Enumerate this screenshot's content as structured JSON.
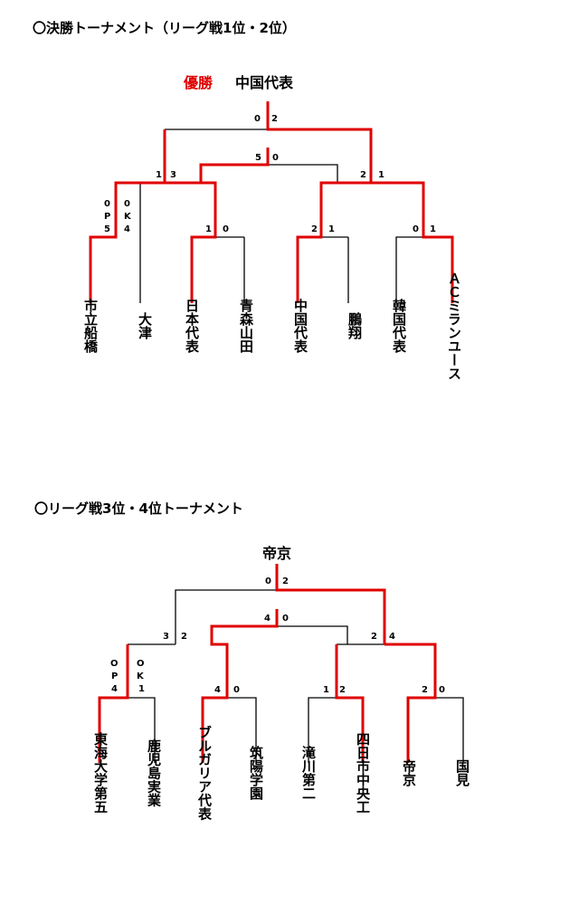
{
  "final": {
    "title": "〇決勝トーナメント（リーグ戦1位・2位）",
    "champion_label": "優勝",
    "champion": "中国代表",
    "teams": [
      "市立船橋",
      "大津",
      "日本代表",
      "青森山田",
      "中国代表",
      "鵬翔",
      "韓国代表",
      "ＡＣミランユース"
    ],
    "scores": {
      "final": [
        "0",
        "2"
      ],
      "sf1": [
        "1",
        "3"
      ],
      "sf2": [
        "2",
        "1"
      ],
      "third": [
        "5",
        "0"
      ],
      "qf1_left": [
        "0",
        "P",
        "5"
      ],
      "qf1_right": [
        "0",
        "K",
        "4"
      ],
      "qf2": [
        "1",
        "0"
      ],
      "qf3": [
        "2",
        "1"
      ],
      "qf4": [
        "0",
        "1"
      ]
    }
  },
  "lower": {
    "title": "〇リーグ戦3位・4位トーナメント",
    "champion": "帝京",
    "teams": [
      "東海大学第五",
      "鹿児島実業",
      "ブルガリア代表",
      "筑陽学園",
      "滝川第二",
      "四日市中央工",
      "帝京",
      "国見"
    ],
    "scores": {
      "final": [
        "0",
        "2"
      ],
      "sf1": [
        "3",
        "2"
      ],
      "sf2": [
        "2",
        "4"
      ],
      "third": [
        "4",
        "0"
      ],
      "qf1_left": [
        "O",
        "P",
        "4"
      ],
      "qf1_right": [
        "O",
        "K",
        "1"
      ],
      "qf2": [
        "4",
        "0"
      ],
      "qf3": [
        "1",
        "2"
      ],
      "qf4": [
        "2",
        "0"
      ]
    }
  }
}
